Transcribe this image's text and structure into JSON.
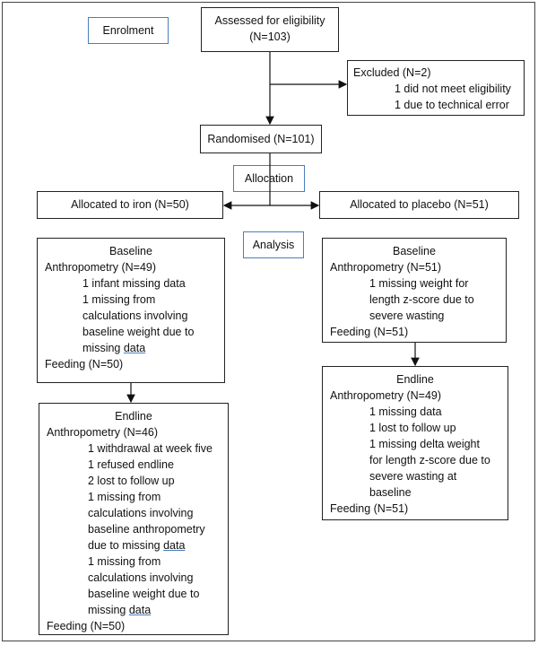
{
  "labels": {
    "enrolment": "Enrolment",
    "allocation": "Allocation",
    "analysis": "Analysis"
  },
  "assessed": {
    "line1": "Assessed for eligibility",
    "line2": "(N=103)"
  },
  "excluded": {
    "title": "Excluded (N=2)",
    "reasons": [
      "1 did not meet eligibility",
      "1 due to technical error"
    ]
  },
  "randomised": "Randomised (N=101)",
  "iron": {
    "allocated": "Allocated to iron (N=50)",
    "baseline": {
      "title": "Baseline",
      "anthropometry": "Anthropometry (N=49)",
      "items": [
        "1 infant missing data",
        "1 missing from",
        "calculations involving",
        "baseline weight due to",
        "missing"
      ],
      "underlined_word": "data",
      "feeding": "Feeding (N=50)"
    },
    "endline": {
      "title": "Endline",
      "anthropometry": "Anthropometry (N=46)",
      "items": [
        "1 withdrawal at week five",
        "1 refused endline",
        "2 lost to follow up",
        "1 missing from",
        "calculations involving",
        "baseline anthropometry",
        "due to missing",
        "1 missing from",
        "calculations involving",
        "baseline weight due to",
        "missing"
      ],
      "underlined_word": "data",
      "feeding": "Feeding (N=50)"
    }
  },
  "placebo": {
    "allocated": "Allocated to placebo (N=51)",
    "baseline": {
      "title": "Baseline",
      "anthropometry": "Anthropometry (N=51)",
      "items": [
        "1 missing weight for",
        "length z-score due to",
        "severe wasting"
      ],
      "feeding": "Feeding (N=51)"
    },
    "endline": {
      "title": "Endline",
      "anthropometry": "Anthropometry (N=49)",
      "items": [
        "1 missing data",
        "1 lost to follow up",
        "1 missing delta weight",
        "for length z-score due to",
        "severe wasting at",
        "baseline"
      ],
      "feeding": "Feeding (N=51)"
    }
  },
  "colors": {
    "label_border": "#4a7ebb",
    "box_border": "#222222"
  }
}
